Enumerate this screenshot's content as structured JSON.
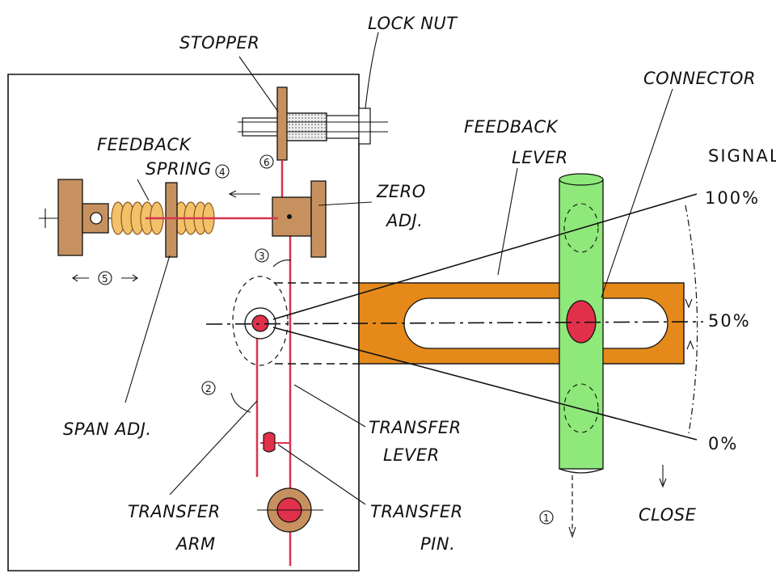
{
  "labels": {
    "stopper": "STOPPER",
    "lock_nut": "LOCK NUT",
    "connector": "CONNECTOR",
    "feedback_spring_line1": "FEEDBACK",
    "feedback_spring_line2": "SPRING",
    "feedback_lever_line1": "FEEDBACK",
    "feedback_lever_line2": "LEVER",
    "signal": "SIGNAL",
    "zero_adj_line1": "ZERO",
    "zero_adj_line2": "ADJ.",
    "span_adj": "SPAN ADJ.",
    "transfer_lever_line1": "TRANSFER",
    "transfer_lever_line2": "LEVER",
    "transfer_arm_line1": "TRANSFER",
    "transfer_arm_line2": "ARM",
    "transfer_pin_line1": "TRANSFER",
    "transfer_pin_line2": "PIN.",
    "close": "CLOSE"
  },
  "signal_levels": {
    "high": "100%",
    "mid": "50%",
    "low": "0%"
  },
  "step_markers": {
    "m1": "1",
    "m2": "2",
    "m3": "3",
    "m4": "4",
    "m5": "5",
    "m6": "6"
  },
  "colors": {
    "wood": "#c7915f",
    "lever_orange": "#e58a1a",
    "spring": "#f2c16a",
    "green_stem": "#8fe87a",
    "red": "#e0304a",
    "red_link": "#d8344f"
  }
}
